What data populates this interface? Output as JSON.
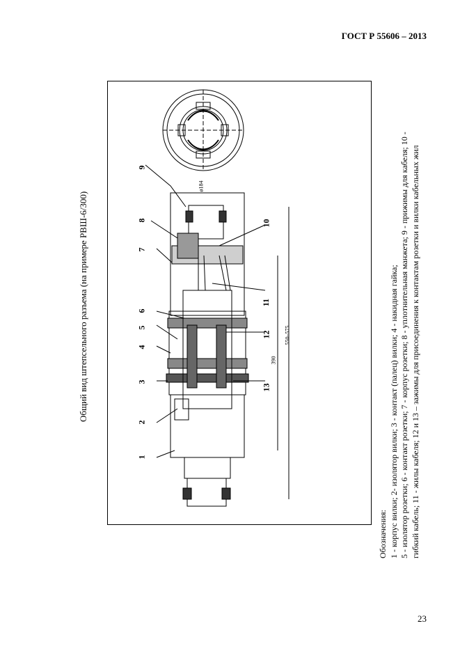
{
  "header": {
    "doc_id": "ГОСТ Р 55606 – 2013"
  },
  "figure": {
    "title": "Общий вид штепсельного разъема (на примере РВШ-6/300)",
    "callouts": [
      "1",
      "2",
      "3",
      "4",
      "5",
      "6",
      "7",
      "8",
      "9",
      "10",
      "11",
      "12",
      "13"
    ],
    "dimensions": {
      "diameter": "ø184",
      "len1": "550–575",
      "len2": "390"
    }
  },
  "legend": {
    "lines": [
      "Обозначения:",
      "1 - корпус вилки; 2- изолятор вилки; 3 - контакт (палец) вилки; 4 - накидная гайка;",
      "5 - изолятор розетки; 6 - контакт розетки; 7 - корпус розетки; 8 - уплотнительная манжета; 9 - прижимы для кабеля; 10 -",
      "гибкий кабель; 11 - жилы кабеля; 12 и 13 – зажимы для присоединения к контактам розетки и вилки кабельных жил"
    ]
  },
  "page_number": "23"
}
